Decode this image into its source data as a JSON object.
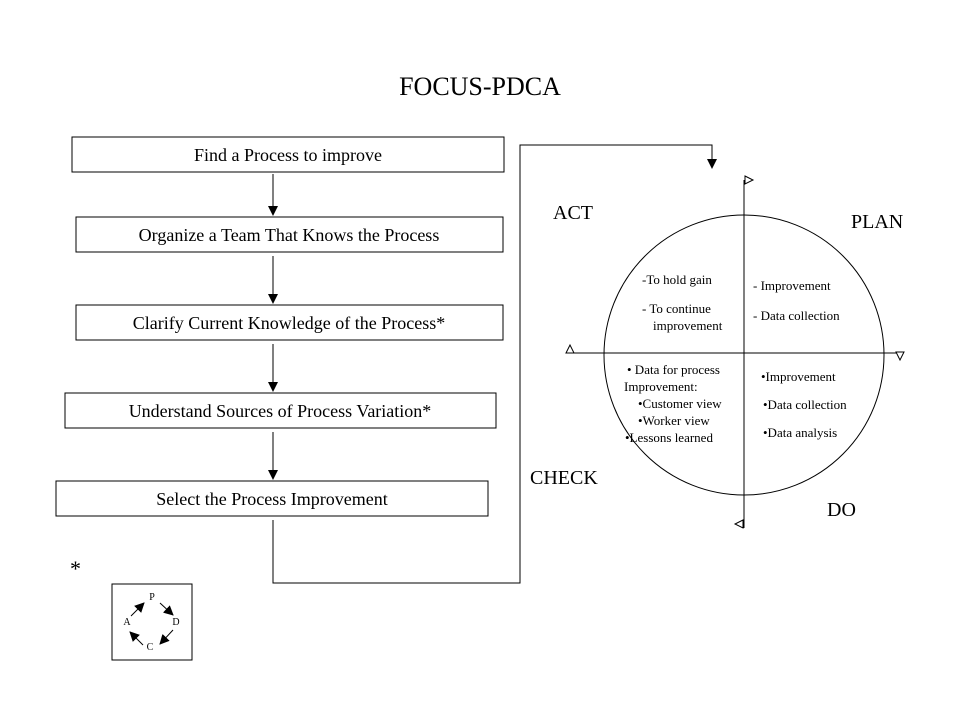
{
  "title": "FOCUS-PDCA",
  "focus_steps": [
    "Find a Process to improve",
    "Organize a Team That Knows the Process",
    "Clarify Current Knowledge of the Process*",
    "Understand Sources of Process Variation*",
    "Select the Process Improvement"
  ],
  "quadrant_labels": {
    "act": "ACT",
    "plan": "PLAN",
    "check": "CHECK",
    "do": "DO"
  },
  "act_notes": [
    "-To hold gain",
    "- To continue",
    "improvement"
  ],
  "plan_notes": [
    "- Improvement",
    "- Data collection"
  ],
  "check_notes": [
    "• Data for process",
    "Improvement:",
    "•Customer  view",
    "•Worker view",
    "•Lessons learned"
  ],
  "do_notes": [
    "•Improvement",
    "•Data collection",
    "•Data analysis"
  ],
  "footnote_marker": "*",
  "mini_cycle": {
    "p": "P",
    "d": "D",
    "c": "C",
    "a": "A"
  }
}
